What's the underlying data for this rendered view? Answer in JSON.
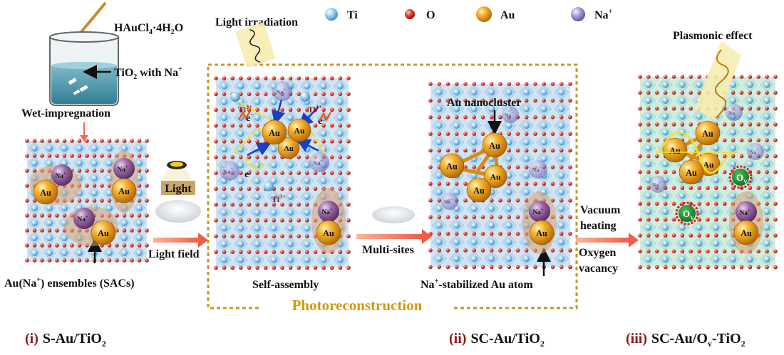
{
  "legend": {
    "ti": "Ti",
    "o": "O",
    "au": "Au",
    "na": "Na",
    "na_charge": "+"
  },
  "labels": {
    "reagent_base": "HAuCl",
    "reagent_sub": "4",
    "reagent_rest": "·4H",
    "reagent_sub2": "2",
    "reagent_end": "O",
    "tio2_with_na": "TiO",
    "tio2_with_na_sub": "2",
    "tio2_with_na_rest": " with Na",
    "tio2_with_na_sup": "+",
    "wet_impregnation": "Wet-impregnation",
    "light_irradiation": "Light irradiation",
    "light_box": "Light",
    "light_field": "Light field",
    "ensembles_pre": "Au(Na",
    "ensembles_sup": "+",
    "ensembles_post": ") ensembles (SACs)",
    "self_assembly": "Self-assembly",
    "photoreconstruction": "Photoreconstruction",
    "multi_sites": "Multi-sites",
    "au_nanocluster": "Au nanocluster",
    "na_stabilized_pre": "Na",
    "na_stabilized_sup": "+",
    "na_stabilized_post": "-stabilized Au atom",
    "vacuum": "Vacuum",
    "heating": "heating",
    "oxygen": "Oxygen",
    "vacancy": "vacancy",
    "plasmonic_effect": "Plasmonic effect"
  },
  "atom_labels": {
    "au": "Au",
    "na": "Na",
    "na_sup": "+",
    "ti3": "Ti",
    "ti3_sup": "3+",
    "electron": "e",
    "electron_sup": "−",
    "ov_base": "O",
    "ov_sub": "V"
  },
  "samples": {
    "s1_num": "(i)",
    "s1_name": "S-Au/TiO",
    "s1_sub": "2",
    "s2_num": "(ii)",
    "s2_name": "SC-Au/TiO",
    "s2_sub": "2",
    "s3_num": "(iii)",
    "s3_name": "SC-Au/O",
    "s3_sub": "v",
    "s3_rest": "-TiO",
    "s3_sub2": "2"
  },
  "colors": {
    "lattice": "#a7cde9",
    "lattice_green": "#a8dcc9",
    "oxygen": "#e23b2e",
    "gold": "#e79a1a",
    "sodium": "#8c5a8c",
    "frame": "#c19a2a",
    "arrow": "#f08466",
    "dark_red": "#8b1a1a"
  }
}
